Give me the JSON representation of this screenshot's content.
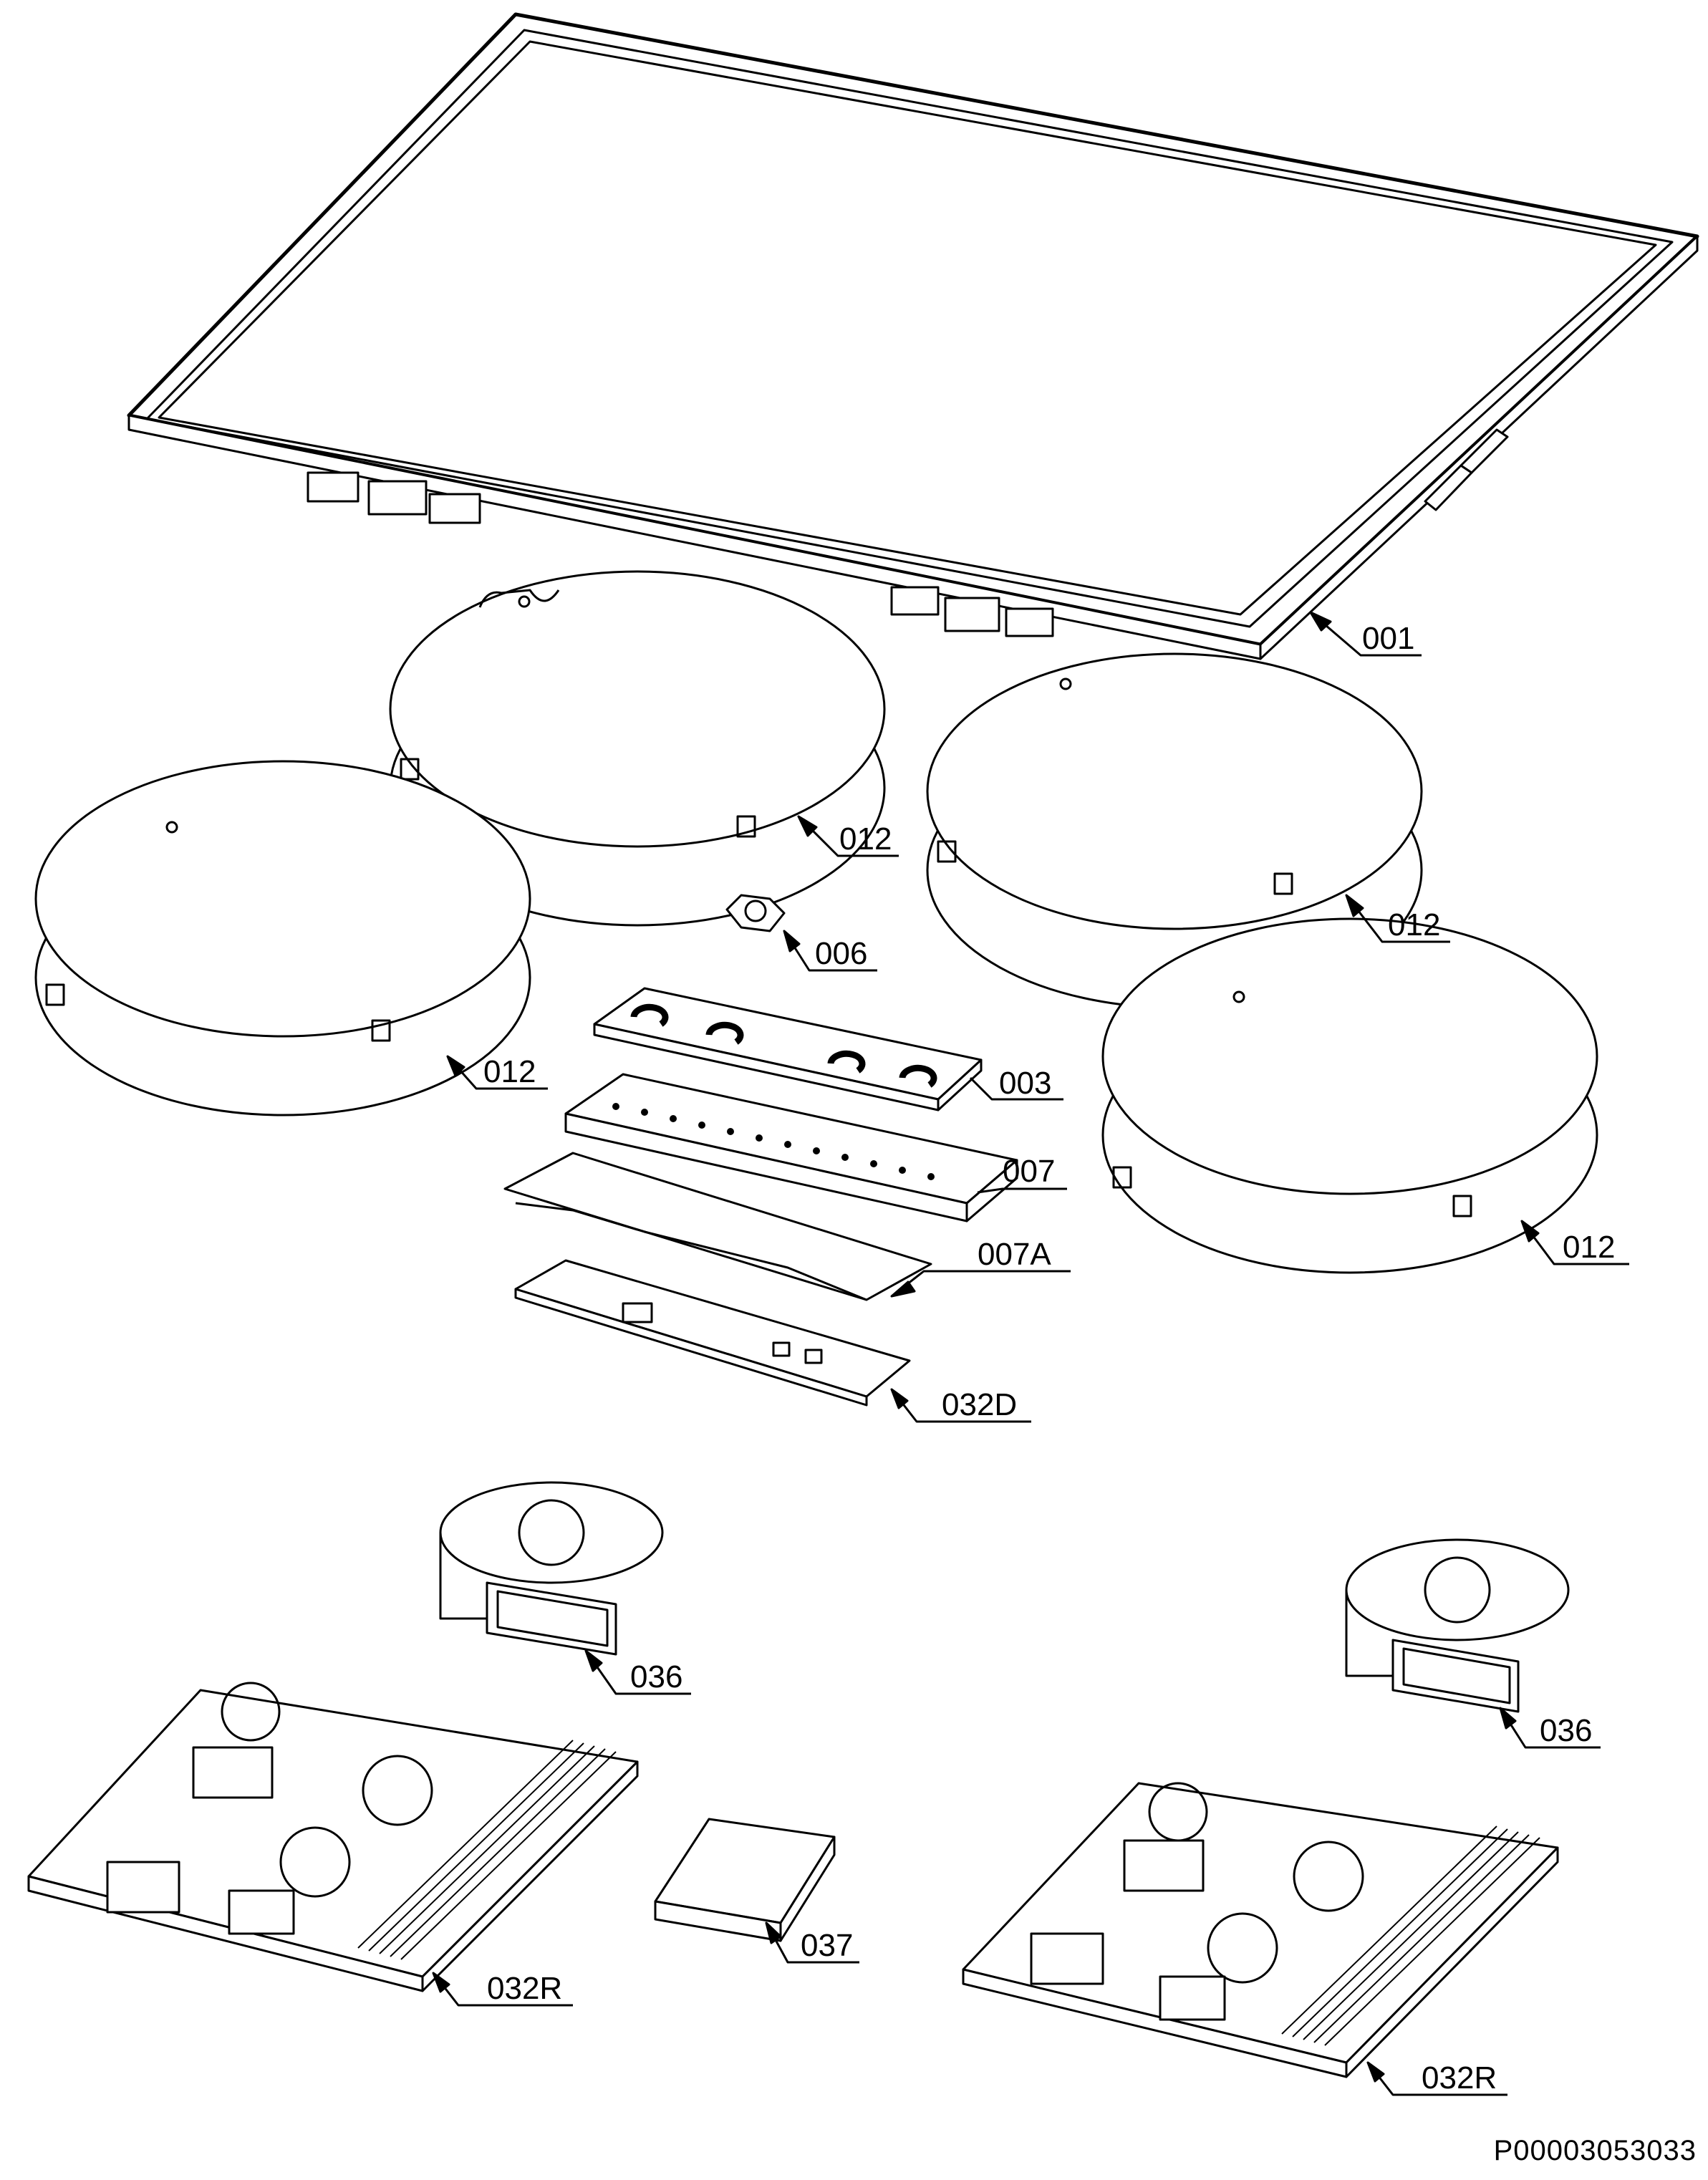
{
  "diagram": {
    "callouts": {
      "c001": "001",
      "c012a": "012",
      "c012b": "012",
      "c012c": "012",
      "c012d": "012",
      "c006": "006",
      "c003": "003",
      "c007": "007",
      "c007a": "007A",
      "c032d": "032D",
      "c036a": "036",
      "c036b": "036",
      "c037": "037",
      "c032ra": "032R",
      "c032rb": "032R"
    },
    "document_id": "P00003053033"
  }
}
